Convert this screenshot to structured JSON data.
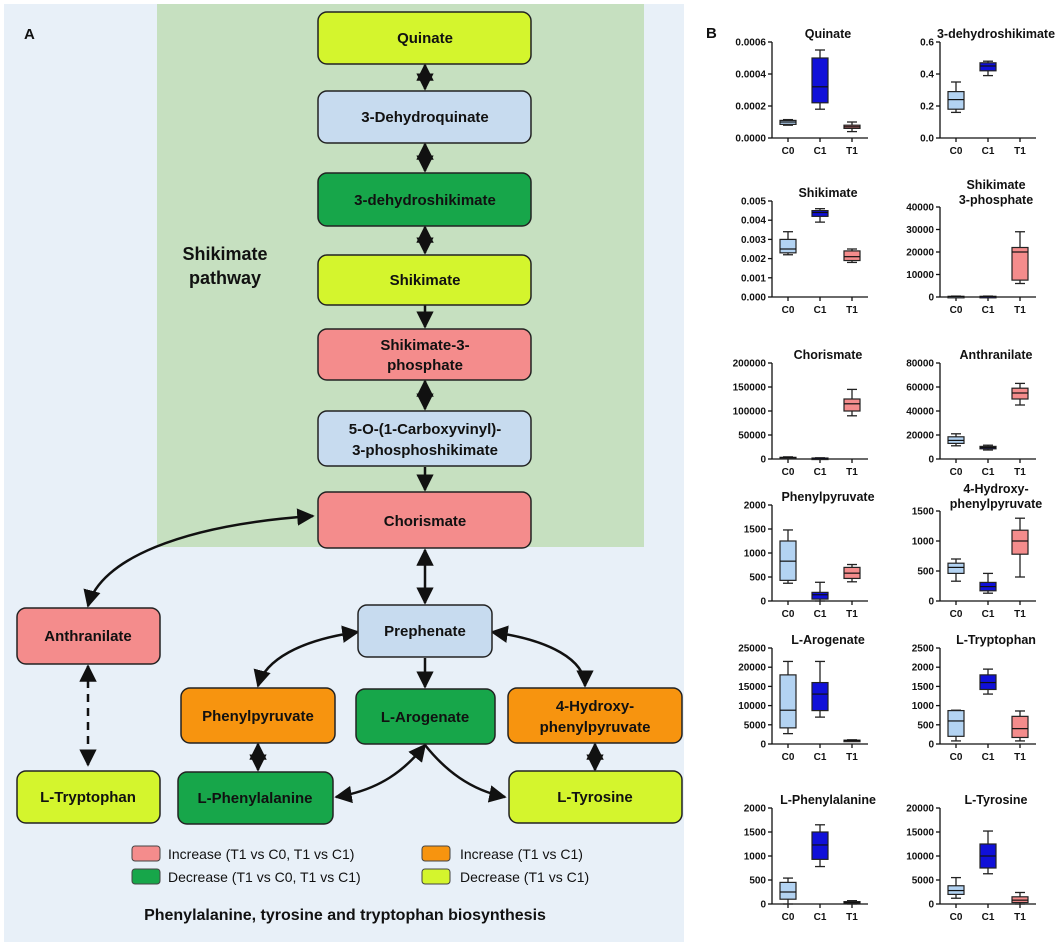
{
  "panel_a": {
    "label": "A",
    "region_label_line1": "Shikimate",
    "region_label_line2": "pathway",
    "colors": {
      "increase_both": "#f48c8c",
      "decrease_both": "#17a64a",
      "increase_c1": "#f7940f",
      "decrease_c1": "#d4f52d",
      "unchanged": "#c7dbef",
      "shikimate_region": "#c6e0c0",
      "background": "#e8f0f8"
    },
    "nodes": {
      "quinate": "Quinate",
      "dehydroquinate": "3-Dehydroquinate",
      "dehydroshikimate": "3-dehydroshikimate",
      "shikimate": "Shikimate",
      "s3p_line1": "Shikimate-3-",
      "s3p_line2": "phosphate",
      "epsp_line1": "5-O-(1-Carboxyvinyl)-",
      "epsp_line2": "3-phosphoshikimate",
      "chorismate": "Chorismate",
      "anthranilate": "Anthranilate",
      "prephenate": "Prephenate",
      "phenylpyruvate": "Phenylpyruvate",
      "arogenate": "L-Arogenate",
      "hpp_line1": "4-Hydroxy-",
      "hpp_line2": "phenylpyruvate",
      "tryptophan": "L-Tryptophan",
      "phenylalanine": "L-Phenylalanine",
      "tyrosine": "L-Tyrosine"
    },
    "legend": {
      "increase_both": "Increase (T1 vs C0, T1 vs C1)",
      "decrease_both": "Decrease (T1 vs C0, T1 vs C1)",
      "increase_c1": "Increase (T1 vs C1)",
      "decrease_c1": "Decrease (T1 vs C1)"
    },
    "footer": "Phenylalanine, tyrosine and tryptophan biosynthesis"
  },
  "panel_b": {
    "label": "B",
    "group_colors": {
      "C0": "#b3d3f2",
      "C1": "#1010d8",
      "T1": "#f48c8c"
    }
  },
  "chart_data": [
    {
      "type": "box",
      "title": "Quinate",
      "categories": [
        "C0",
        "C1",
        "T1"
      ],
      "ylim": [
        0,
        0.0006
      ],
      "yticks": [
        "0.0000",
        "0.0002",
        "0.0004",
        "0.0006"
      ],
      "boxes": [
        {
          "min": 8e-05,
          "q1": 8.5e-05,
          "median": 0.0001,
          "q3": 0.00011,
          "max": 0.000115
        },
        {
          "min": 0.00018,
          "q1": 0.00022,
          "median": 0.00032,
          "q3": 0.0005,
          "max": 0.00055
        },
        {
          "min": 4e-05,
          "q1": 6e-05,
          "median": 7e-05,
          "q3": 8e-05,
          "max": 0.0001
        }
      ]
    },
    {
      "type": "box",
      "title": "3-dehydroshikimate",
      "categories": [
        "C0",
        "C1",
        "T1"
      ],
      "ylim": [
        0,
        0.6
      ],
      "yticks": [
        "0.0",
        "0.2",
        "0.4",
        "0.6"
      ],
      "boxes": [
        {
          "min": 0.16,
          "q1": 0.18,
          "median": 0.24,
          "q3": 0.29,
          "max": 0.35
        },
        {
          "min": 0.39,
          "q1": 0.42,
          "median": 0.45,
          "q3": 0.47,
          "max": 0.48
        },
        null
      ]
    },
    {
      "type": "box",
      "title": "Shikimate",
      "categories": [
        "C0",
        "C1",
        "T1"
      ],
      "ylim": [
        0,
        0.005
      ],
      "yticks": [
        "0.000",
        "0.001",
        "0.002",
        "0.003",
        "0.004",
        "0.005"
      ],
      "boxes": [
        {
          "min": 0.0022,
          "q1": 0.0023,
          "median": 0.0025,
          "q3": 0.003,
          "max": 0.0034
        },
        {
          "min": 0.0039,
          "q1": 0.0042,
          "median": 0.0044,
          "q3": 0.0045,
          "max": 0.0046
        },
        {
          "min": 0.0018,
          "q1": 0.0019,
          "median": 0.0021,
          "q3": 0.0024,
          "max": 0.0025
        }
      ]
    },
    {
      "type": "box",
      "title": "Shikimate\n3-phosphate",
      "categories": [
        "C0",
        "C1",
        "T1"
      ],
      "ylim": [
        0,
        40000
      ],
      "yticks": [
        "0",
        "10000",
        "20000",
        "30000",
        "40000"
      ],
      "boxes": [
        {
          "min": 0,
          "q1": 100,
          "median": 200,
          "q3": 300,
          "max": 400
        },
        {
          "min": 0,
          "q1": 100,
          "median": 200,
          "q3": 300,
          "max": 400
        },
        {
          "min": 6000,
          "q1": 7500,
          "median": 20000,
          "q3": 22000,
          "max": 29000
        }
      ]
    },
    {
      "type": "box",
      "title": "Chorismate",
      "categories": [
        "C0",
        "C1",
        "T1"
      ],
      "ylim": [
        0,
        200000
      ],
      "yticks": [
        "0",
        "50000",
        "100000",
        "150000",
        "200000"
      ],
      "boxes": [
        {
          "min": 500,
          "q1": 1500,
          "median": 2500,
          "q3": 3500,
          "max": 4500
        },
        {
          "min": 500,
          "q1": 1000,
          "median": 1500,
          "q3": 2000,
          "max": 2500
        },
        {
          "min": 90000,
          "q1": 100000,
          "median": 115000,
          "q3": 125000,
          "max": 145000
        }
      ]
    },
    {
      "type": "box",
      "title": "Anthranilate",
      "categories": [
        "C0",
        "C1",
        "T1"
      ],
      "ylim": [
        0,
        80000
      ],
      "yticks": [
        "0",
        "20000",
        "40000",
        "60000",
        "80000"
      ],
      "boxes": [
        {
          "min": 11000,
          "q1": 13000,
          "median": 15500,
          "q3": 18500,
          "max": 21000
        },
        {
          "min": 7500,
          "q1": 8500,
          "median": 9500,
          "q3": 10500,
          "max": 11500
        },
        {
          "min": 45000,
          "q1": 50000,
          "median": 55000,
          "q3": 59000,
          "max": 63000
        }
      ]
    },
    {
      "type": "box",
      "title": "Phenylpyruvate",
      "categories": [
        "C0",
        "C1",
        "T1"
      ],
      "ylim": [
        0,
        2000
      ],
      "yticks": [
        "0",
        "500",
        "1000",
        "1500",
        "2000"
      ],
      "boxes": [
        {
          "min": 370,
          "q1": 430,
          "median": 830,
          "q3": 1250,
          "max": 1480
        },
        {
          "min": 0,
          "q1": 40,
          "median": 130,
          "q3": 180,
          "max": 390
        },
        {
          "min": 400,
          "q1": 470,
          "median": 580,
          "q3": 700,
          "max": 760
        }
      ]
    },
    {
      "type": "box",
      "title": "4-Hydroxy-\nphenylpyruvate",
      "categories": [
        "C0",
        "C1",
        "T1"
      ],
      "ylim": [
        0,
        1500
      ],
      "yticks": [
        "0",
        "500",
        "1000",
        "1500"
      ],
      "boxes": [
        {
          "min": 330,
          "q1": 460,
          "median": 560,
          "q3": 630,
          "max": 700
        },
        {
          "min": 130,
          "q1": 170,
          "median": 240,
          "q3": 310,
          "max": 460
        },
        {
          "min": 400,
          "q1": 780,
          "median": 1000,
          "q3": 1180,
          "max": 1380
        }
      ]
    },
    {
      "type": "box",
      "title": "L-Arogenate",
      "categories": [
        "C0",
        "C1",
        "T1"
      ],
      "ylim": [
        0,
        25000
      ],
      "yticks": [
        "0",
        "5000",
        "10000",
        "15000",
        "20000",
        "25000"
      ],
      "boxes": [
        {
          "min": 2700,
          "q1": 4200,
          "median": 8800,
          "q3": 18000,
          "max": 21500
        },
        {
          "min": 7000,
          "q1": 8700,
          "median": 13000,
          "q3": 16000,
          "max": 21500
        },
        {
          "min": 700,
          "q1": 800,
          "median": 900,
          "q3": 1000,
          "max": 1100
        }
      ]
    },
    {
      "type": "box",
      "title": "L-Tryptophan",
      "categories": [
        "C0",
        "C1",
        "T1"
      ],
      "ylim": [
        0,
        2500
      ],
      "yticks": [
        "0",
        "500",
        "1000",
        "1500",
        "2000",
        "2500"
      ],
      "boxes": [
        {
          "min": 80,
          "q1": 200,
          "median": 600,
          "q3": 870,
          "max": 880
        },
        {
          "min": 1300,
          "q1": 1420,
          "median": 1600,
          "q3": 1800,
          "max": 1950
        },
        {
          "min": 80,
          "q1": 170,
          "median": 400,
          "q3": 720,
          "max": 860
        }
      ]
    },
    {
      "type": "box",
      "title": "L-Phenylalanine",
      "categories": [
        "C0",
        "C1",
        "T1"
      ],
      "ylim": [
        0,
        2000
      ],
      "yticks": [
        "0",
        "500",
        "1000",
        "1500",
        "2000"
      ],
      "boxes": [
        {
          "min": 0,
          "q1": 100,
          "median": 250,
          "q3": 450,
          "max": 540
        },
        {
          "min": 780,
          "q1": 930,
          "median": 1230,
          "q3": 1500,
          "max": 1650
        },
        {
          "min": 0,
          "q1": 15,
          "median": 30,
          "q3": 50,
          "max": 70
        }
      ]
    },
    {
      "type": "box",
      "title": "L-Tyrosine",
      "categories": [
        "C0",
        "C1",
        "T1"
      ],
      "ylim": [
        0,
        20000
      ],
      "yticks": [
        "0",
        "5000",
        "10000",
        "15000",
        "20000"
      ],
      "boxes": [
        {
          "min": 1200,
          "q1": 2000,
          "median": 2800,
          "q3": 3800,
          "max": 5500
        },
        {
          "min": 6300,
          "q1": 7500,
          "median": 10000,
          "q3": 12500,
          "max": 15200
        },
        {
          "min": 0,
          "q1": 300,
          "median": 800,
          "q3": 1500,
          "max": 2400
        }
      ]
    }
  ]
}
